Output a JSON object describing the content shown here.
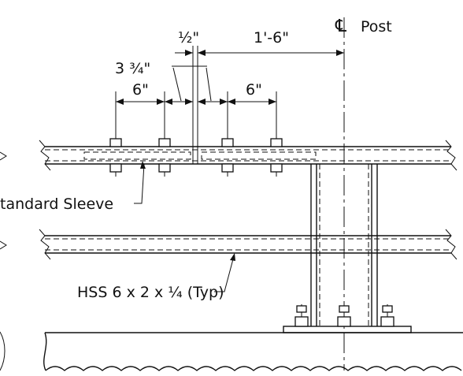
{
  "labels": {
    "centerline_symbol": "℄",
    "post": "Post",
    "half_inch": "½\"",
    "one_foot_six": "1'-6\"",
    "three_three_quarter": "3 ¾\"",
    "six_left": "6\"",
    "six_right": "6\"",
    "standard_sleeve": "tandard Sleeve",
    "hss": "HSS 6 x 2 x ¼ (Typ)"
  }
}
